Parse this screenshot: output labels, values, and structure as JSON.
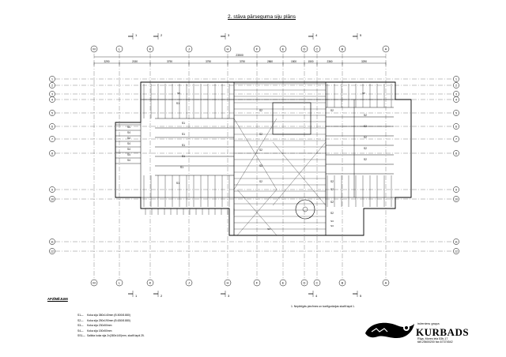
{
  "title": "2. stāva pārseguma siju plāns",
  "axes_top": [
    "M",
    "L",
    "K",
    "J",
    "H",
    "F",
    "E",
    "D",
    "C",
    "B",
    "A"
  ],
  "axes_bottom": [
    "M",
    "L",
    "K",
    "J",
    "H",
    "F",
    "E",
    "D",
    "C",
    "B",
    "A"
  ],
  "rows_left": [
    "1",
    "2",
    "3",
    "4",
    "5",
    "6",
    "7",
    "8",
    "9",
    "10",
    "11",
    "12"
  ],
  "rows_right": [
    "1",
    "2",
    "3",
    "4",
    "5",
    "6",
    "7",
    "8",
    "9",
    "10",
    "11",
    "12"
  ],
  "section_marks_top": [
    "1",
    "2",
    "3",
    "4",
    "5"
  ],
  "section_marks_bottom": [
    "1",
    "2",
    "3",
    "4",
    "5"
  ],
  "top_dims": [
    "3290",
    "2150",
    "3790",
    "3790",
    "3790",
    "2860",
    "1500",
    "1500",
    "2360",
    "3290"
  ],
  "overall_dim": "23500",
  "beam_labels": [
    "S1",
    "S2",
    "S3",
    "S4",
    "S5"
  ],
  "legend_title": "APZĪMĒJUMI",
  "legend_items": [
    {
      "code": "S1—",
      "text": "Koka sija 380x140mm (B.500/8.880)"
    },
    {
      "code": "S2—",
      "text": "Koka sija 250x190mm (B.630/8.880)"
    },
    {
      "code": "S3—",
      "text": "Koka sija 230x50mm"
    },
    {
      "code": "S4—",
      "text": "Koka sija 150x50mm"
    },
    {
      "code": "SS1—",
      "text": "Salikta koka sija 2x(380x140)mm, skatīt lapā 25."
    }
  ],
  "note": "1. Nepilnīgās piezīmes un konfigurācijas skatīt lapā 1.",
  "brand_sub": "inženieru grupa",
  "brand": "KURBADS",
  "address_lines": [
    "Rīga, Mores iela 53b-17",
    "tālr.25600200  fax.67374542"
  ],
  "colors": {
    "line": "#000000",
    "paper": "#ffffff"
  }
}
